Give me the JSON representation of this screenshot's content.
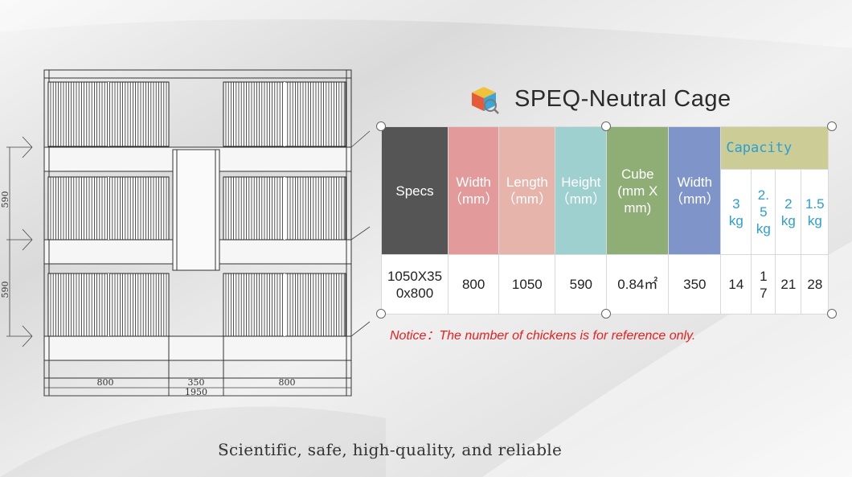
{
  "title": "SPEQ-Neutral Cage",
  "title_icon": "colored-cube-icon",
  "table": {
    "headers": {
      "specs": "Specs",
      "width": "Width\n（mm）",
      "length": "Length\n（mm）",
      "height": "Height\n（mm）",
      "cube": "Cube\n(mm X\nmm)",
      "width2": "Width\n（mm）",
      "capacity": "Capacity",
      "cap_3": "3\nkg",
      "cap_2_5": "2.\n5\nkg",
      "cap_2": "2\nkg",
      "cap_1_5": "1.5\nkg"
    },
    "row": {
      "specs": "1050X35\n0x800",
      "width": "800",
      "length": "1050",
      "height": "590",
      "cube": "0.84㎡",
      "width2": "350",
      "cap_3": "14",
      "cap_2_5": "1\n7",
      "cap_2": "21",
      "cap_1_5": "28"
    }
  },
  "notice": "Notice：The number of chickens is for reference only.",
  "drawing": {
    "dim_left_top": "590",
    "dim_left_bottom": "590",
    "dim_bottom_1": "800",
    "dim_bottom_2": "350",
    "dim_bottom_3": "800",
    "dim_total": "1950"
  },
  "slogan": "Scientific, safe, high-quality, and reliable",
  "colors": {
    "specs": "#555555",
    "width": "#e29a9a",
    "length": "#e7b4ac",
    "height": "#9ed0d0",
    "cube": "#8eae76",
    "width2": "#7f95ca",
    "capacity": "#cccc96",
    "capacity_text": "#2a9fd2",
    "notice": "#e81f1f"
  }
}
